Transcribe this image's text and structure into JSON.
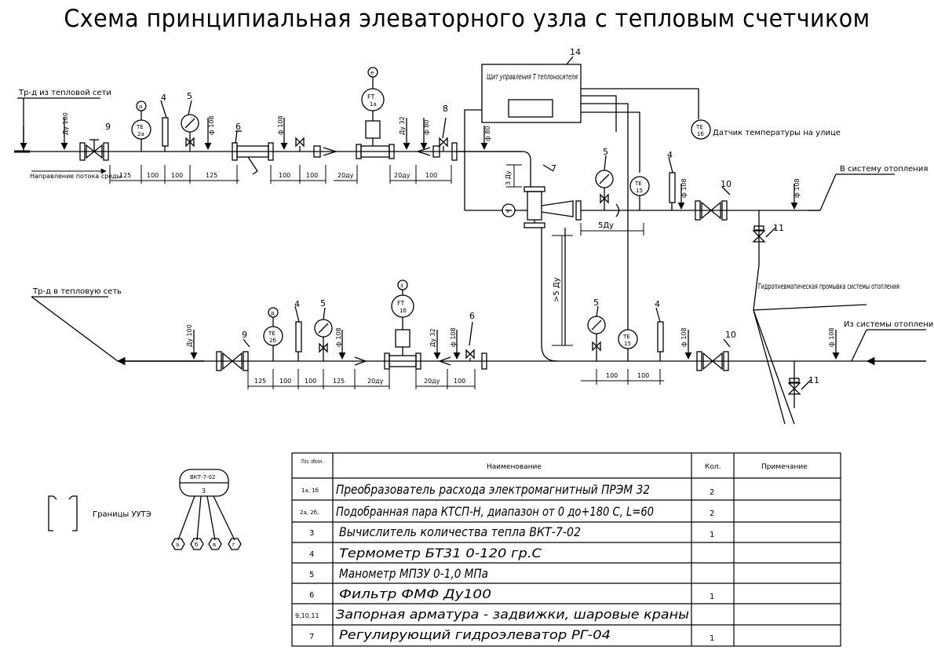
{
  "title": "Схема принципиальная элеваторного узла с тепловым счетчиком",
  "labels": {
    "supply_from_network": "Тр-д из тепловой сети",
    "flow_direction": "Направление потока среды",
    "return_to_network": "Тр-д в тепловую сеть",
    "to_heating": "В систему отопления",
    "from_heating": "Из системы отопления",
    "outdoor_sensor": "Датчик температуры на улице",
    "flushing": "Гидропневматическая промывка системы отопления",
    "control_panel": "Щит управления Т теплоносителя",
    "boundaries": "Границы УУТЭ"
  },
  "pipe_sizes": {
    "du100": "Ду 100",
    "d108": "ф 108",
    "du32": "Ду 32",
    "d80": "ф 80"
  },
  "dimensions": {
    "d125": "125",
    "d100": "100",
    "d20": "20ду",
    "d3": "3 Ду",
    "d5": "5Ду",
    "d5v": ">5 Ду"
  },
  "instruments": {
    "te": "TE",
    "ft": "FT",
    "t2a": "2a",
    "t2b": "2б",
    "ft1a": "1a",
    "ft1b": "1б",
    "te1b": "1б",
    "te15": "15",
    "a": "a",
    "b": "б",
    "v": "в",
    "g": "г",
    "e": "е",
    "d": "д",
    "z": "з"
  },
  "positions": {
    "p1": "1",
    "p3": "3",
    "p4": "4",
    "p5": "5",
    "p6": "6",
    "p7": "7",
    "p8": "8",
    "p9": "9",
    "p10": "10",
    "p11": "11",
    "p14": "14"
  },
  "calculator": {
    "name": "ВКТ-7-02",
    "pos": "3"
  },
  "table": {
    "headers": [
      "Поз. обозн.",
      "Наименование",
      "Кол.",
      "Примечание"
    ],
    "rows": [
      [
        "1а, 1б",
        "Преобразователь расхода электромагнитный ПРЭМ 32",
        "2",
        ""
      ],
      [
        "2а, 2б,",
        "Подобранная пара КТСП-Н, диапазон от 0 до+180 С, L=60",
        "2",
        ""
      ],
      [
        "3",
        "Вычислитель количества тепла ВКТ-7-02",
        "1",
        ""
      ],
      [
        "4",
        "Термометр БТ31 0-120 гр.С",
        "",
        ""
      ],
      [
        "5",
        "Манометр МПЗУ 0-1,0 МПа",
        "",
        ""
      ],
      [
        "6",
        "Фильтр ФМФ Ду100",
        "1",
        ""
      ],
      [
        "9,10,11",
        "Запорная арматура - задвижки, шаровые краны",
        "",
        ""
      ],
      [
        "7",
        "Регулирующий гидроэлеватор РГ-04",
        "1",
        ""
      ]
    ]
  }
}
